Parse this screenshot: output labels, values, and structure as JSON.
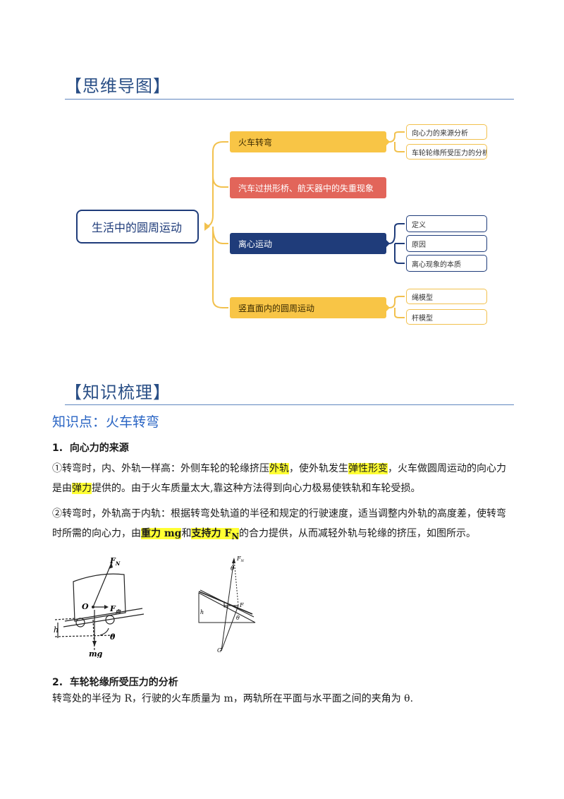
{
  "mindmap": {
    "title": "【思维导图】",
    "root": "生活中的圆周运动",
    "branches": [
      {
        "label": "火车转弯",
        "leaves": [
          "向心力的来源分析",
          "车轮轮缘所受压力的分析"
        ]
      },
      {
        "label": "汽车过拱形桥、航天器中的失重现象",
        "leaves": []
      },
      {
        "label": "离心运动",
        "leaves": [
          "定义",
          "原因",
          "离心现象的本质"
        ]
      },
      {
        "label": "竖直面内的圆周运动",
        "leaves": [
          "绳模型",
          "杆模型"
        ]
      }
    ],
    "colors": {
      "yellow": "#f8c546",
      "red": "#e2655a",
      "navy": "#1f3c7a"
    }
  },
  "knowledge": {
    "title": "【知识梳理】",
    "point": "知识点：火车转弯",
    "s1": {
      "num": "1.",
      "heading": "向心力的来源",
      "p1": {
        "a": "①转弯时，内、外轨一样高：外侧车轮的轮缘挤压",
        "hl1": "外轨",
        "b": "，使外轨发生",
        "hl2": "弹性形变",
        "c": "，火车做圆周运动的向心力",
        "d": "是由",
        "hl3": "弹力",
        "e": "提供的。由于火车质量太大,靠这种方法得到向心力极易使铁轨和车轮受损。"
      },
      "p2": {
        "a": "②转弯时，外轨高于内轨：根据转弯处轨道的半径和规定的行驶速度，适当调整内外轨的高度差，使转弯",
        "b": "时所需的向心力，由",
        "hl1": "重力 mg",
        "c": "和",
        "hl2": "支持力 F",
        "hl2_sub": "N",
        "d": "的合力提供，从而减轻外轨与轮缘的挤压，如图所示。"
      }
    },
    "fig1": {
      "fn": "F",
      "fn_sub": "N",
      "o": "O",
      "fn2": "F",
      "fn2_sub": "向",
      "h": "h",
      "mg": "mg",
      "theta": "θ"
    },
    "fig2": {
      "fn": "F",
      "fn_sub": "N",
      "theta1": "θ",
      "f": "F",
      "h": "h",
      "theta2": "θ",
      "g": "G"
    },
    "s2": {
      "num": "2.",
      "heading": "车轮轮缘所受压力的分析",
      "p": "转弯处的半径为 R，行驶的火车质量为 m，两轨所在平面与水平面之间的夹角为 θ."
    }
  }
}
